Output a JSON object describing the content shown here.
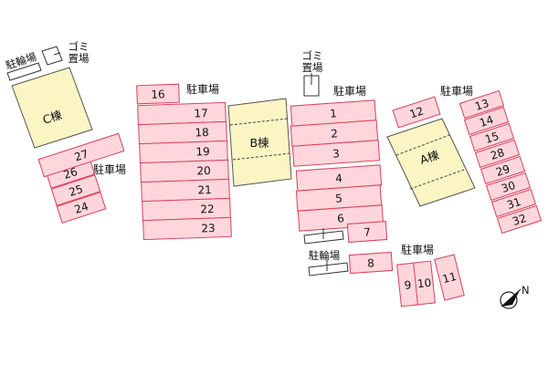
{
  "colors": {
    "parking_fill": "#ffd6dc",
    "parking_stroke": "#d7405a",
    "building_fill": "#fbf5c4",
    "building_stroke": "#555555"
  },
  "labels": {
    "parking": "駐車場",
    "bicycle_parking": "駐輪場",
    "garbage_line1": "ゴミ",
    "garbage_line2": "置場",
    "building_a": "A棟",
    "building_b": "B棟",
    "building_c": "C棟"
  },
  "spaces": [
    "1",
    "2",
    "3",
    "4",
    "5",
    "6",
    "7",
    "8",
    "9",
    "10",
    "11",
    "12",
    "13",
    "14",
    "15",
    "16",
    "17",
    "18",
    "19",
    "20",
    "21",
    "22",
    "23",
    "24",
    "25",
    "26",
    "27",
    "28",
    "29",
    "30",
    "31",
    "32"
  ],
  "compass_icon": "north-arrow-icon"
}
